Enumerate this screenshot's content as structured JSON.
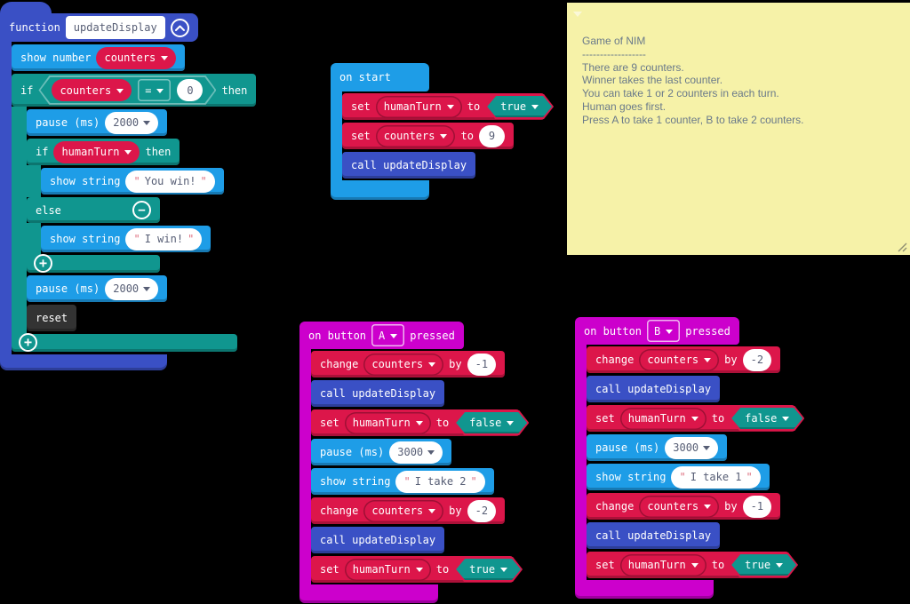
{
  "colors": {
    "basic_blue": "#1E9DE7",
    "logic_teal": "#10968F",
    "variables_red": "#DC164A",
    "functions_blue": "#3A50C5",
    "input_magenta": "#CC00CC",
    "control_dark": "#333333",
    "note_yellow": "#F6F2A8",
    "note_text": "#69798A",
    "field_text": "#575E75"
  },
  "icons": {
    "collapse": "chevron-up-circle-icon",
    "note_collapse": "chevron-down-icon",
    "remove_branch": "minus-circle-icon",
    "add_branch": "plus-circle-icon",
    "dropdown": "triangle-down-icon",
    "note_resize": "resize-handle-icon"
  },
  "ui": {
    "quote": "\""
  },
  "function_block": {
    "keyword": "function",
    "name": "updateDisplay",
    "show_number": {
      "label": "show number",
      "variable": "counters"
    },
    "outer_if": {
      "if": "if",
      "then": "then",
      "cond_variable": "counters",
      "cond_operator": "=",
      "cond_value": "0",
      "pause1": {
        "label": "pause (ms)",
        "value": "2000"
      },
      "inner_if": {
        "if": "if",
        "then": "then",
        "cond_variable": "humanTurn",
        "show_string_then": {
          "label": "show string",
          "value": "You win!"
        },
        "else": "else",
        "show_string_else": {
          "label": "show string",
          "value": "I win!"
        }
      },
      "pause2": {
        "label": "pause (ms)",
        "value": "2000"
      },
      "reset": "reset"
    }
  },
  "on_start": {
    "header": "on start",
    "set_human": {
      "label": "set",
      "variable": "humanTurn",
      "to": "to",
      "value": "true"
    },
    "set_counters": {
      "label": "set",
      "variable": "counters",
      "to": "to",
      "value": "9"
    },
    "call": "call updateDisplay"
  },
  "note": {
    "lines": [
      "Game of NIM",
      "------------------",
      "There are 9 counters.",
      "Winner takes the last counter.",
      "You can take 1 or 2 counters in each turn.",
      "Human goes first.",
      "Press A to take 1 counter, B to take 2 counters."
    ]
  },
  "button_a": {
    "prefix": "on button",
    "button": "A",
    "suffix": "pressed",
    "rows": [
      {
        "label": "change",
        "variable": "counters",
        "by": "by",
        "value": "-1"
      },
      {
        "label": "call updateDisplay"
      },
      {
        "label": "set",
        "variable": "humanTurn",
        "to": "to",
        "value": "false"
      },
      {
        "label": "pause (ms)",
        "value": "3000"
      },
      {
        "label": "show string",
        "value": "I take 2"
      },
      {
        "label": "change",
        "variable": "counters",
        "by": "by",
        "value": "-2"
      },
      {
        "label": "call updateDisplay"
      },
      {
        "label": "set",
        "variable": "humanTurn",
        "to": "to",
        "value": "true"
      }
    ]
  },
  "button_b": {
    "prefix": "on button",
    "button": "B",
    "suffix": "pressed",
    "rows": [
      {
        "label": "change",
        "variable": "counters",
        "by": "by",
        "value": "-2"
      },
      {
        "label": "call updateDisplay"
      },
      {
        "label": "set",
        "variable": "humanTurn",
        "to": "to",
        "value": "false"
      },
      {
        "label": "pause (ms)",
        "value": "3000"
      },
      {
        "label": "show string",
        "value": "I take 1"
      },
      {
        "label": "change",
        "variable": "counters",
        "by": "by",
        "value": "-1"
      },
      {
        "label": "call updateDisplay"
      },
      {
        "label": "set",
        "variable": "humanTurn",
        "to": "to",
        "value": "true"
      }
    ]
  }
}
